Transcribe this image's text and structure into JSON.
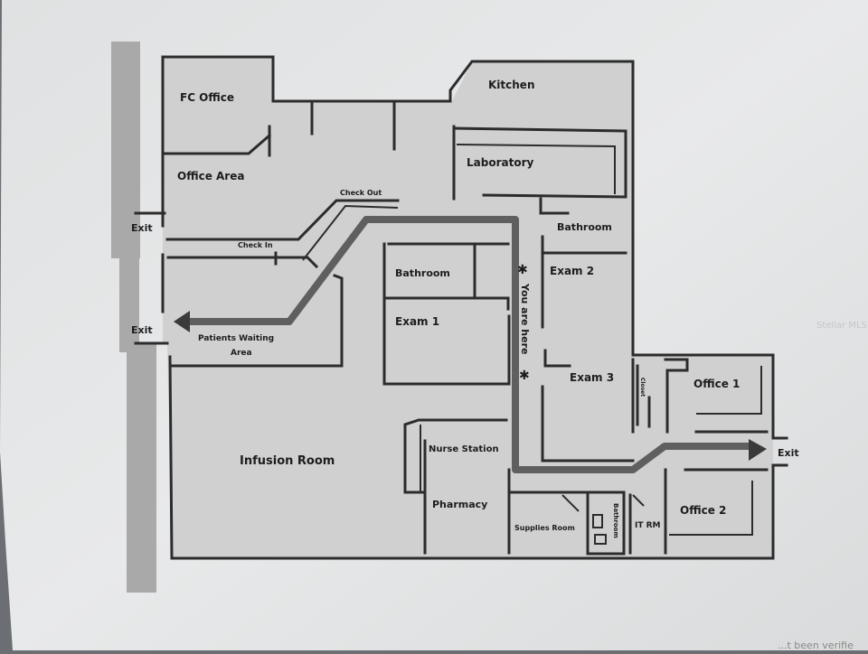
{
  "watermark": "Stellar MLS",
  "footer_text": "...t been verifie",
  "colors": {
    "paper": "#e6e8e9",
    "floor": "#cfd0cf",
    "wall": "#2c2c2c",
    "route": "#3a3a3a",
    "column": "#a9a9a9"
  },
  "rooms": {
    "fc_office": "FC Office",
    "kitchen": "Kitchen",
    "office_area": "Office Area",
    "laboratory": "Laboratory",
    "check_out": "Check Out",
    "check_in": "Check In",
    "bathroom_top": "Bathroom",
    "bathroom_mid": "Bathroom",
    "exam_1": "Exam 1",
    "exam_2": "Exam 2",
    "exam_3": "Exam 3",
    "you_are_here": "You are here",
    "patients_waiting_line1": "Patients Waiting",
    "patients_waiting_line2": "Area",
    "office_1": "Office 1",
    "office_2": "Office 2",
    "closet": "Closet",
    "infusion_room": "Infusion Room",
    "nurse_station": "Nurse Station",
    "pharmacy": "Pharmacy",
    "supplies_room": "Supplies Room",
    "bathroom_small": "Bathroom",
    "it_rm": "IT RM"
  },
  "exits": {
    "top_left": "Exit",
    "mid_left": "Exit",
    "right": "Exit"
  }
}
